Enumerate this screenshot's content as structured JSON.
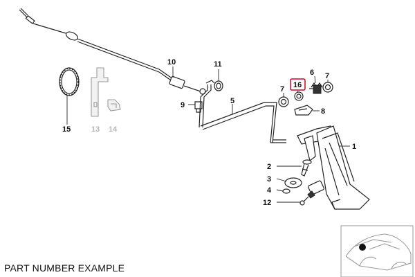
{
  "caption": "PART NUMBER EXAMPLE",
  "highlight_color": "#d0021b",
  "callouts": {
    "p1": "1",
    "p2": "2",
    "p3": "3",
    "p4": "4",
    "p5": "5",
    "p6": "6",
    "p7a": "7",
    "p7b": "7",
    "p8": "8",
    "p9": "9",
    "p10": "10",
    "p11": "11",
    "p12": "12",
    "p13": "13",
    "p14": "14",
    "p15": "15",
    "p16": "16"
  }
}
